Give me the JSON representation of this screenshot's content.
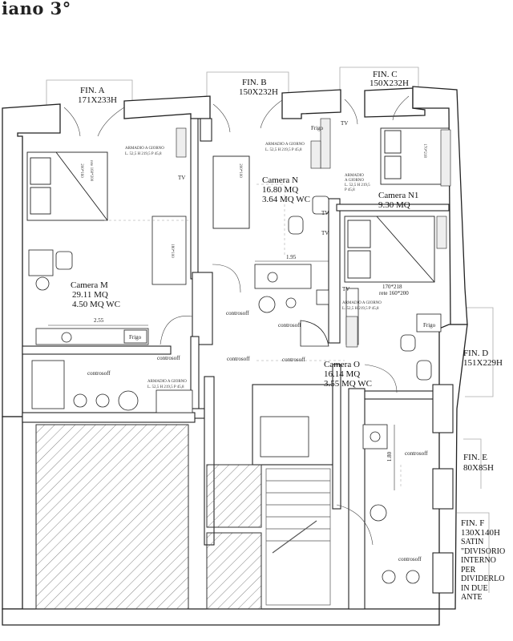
{
  "plan_title": "iano 3°",
  "windows": {
    "fin_a": {
      "name": "FIN. A",
      "size": "171X233H"
    },
    "fin_b": {
      "name": "FIN. B",
      "size": "150X232H"
    },
    "fin_c": {
      "name": "FIN. C",
      "size": "150X232H"
    },
    "fin_d": {
      "name": "FIN. D",
      "size": "151X229H"
    },
    "fin_e": {
      "name": "FIN. E",
      "size": "80X85H"
    },
    "fin_f": {
      "name": "FIN. F",
      "size": "130X140H",
      "note": "SATIN\n\"DIVISORIO\nINTERNO\nPER\nDIVIDERLO\nIN DUE\nANTE"
    }
  },
  "rooms": {
    "camera_m": {
      "name": "Camera M",
      "area": "29.11 MQ",
      "wc": "4.50 MQ WC"
    },
    "camera_n": {
      "name": "Camera N",
      "area": "16.80 MQ",
      "wc": "3.64 MQ WC"
    },
    "camera_n1": {
      "name": "Camera N1",
      "area": "9.30 MQ"
    },
    "camera_o": {
      "name": "Camera O",
      "area": "16.14 MQ",
      "wc": "3.55 MQ WC"
    }
  },
  "labels": {
    "tv": "TV",
    "frigo": "Frigo",
    "controsoff": "controsoff",
    "armadio_1": "ARMADIO A GIORNO",
    "armadio_2": "L. 52,5 H 219,5 P 45,8",
    "armadio_n1_1": "ARMADIO",
    "armadio_n1_2": "A GIORNO",
    "armadio_n1_3": "L. 52,5 H 219,5",
    "armadio_n1_4": "P 45,8",
    "bed_m": "200*160",
    "bed_m_rete": "rete 160*200",
    "bed_o": "170*218",
    "bed_o_rete": "rete 160*200",
    "bed_n": "200*100",
    "bed_n1": "170*218",
    "sofa_m": "180*100"
  },
  "dimensions": {
    "d_255": "2.55",
    "d_195": "1.95",
    "d_180": "1.80"
  }
}
